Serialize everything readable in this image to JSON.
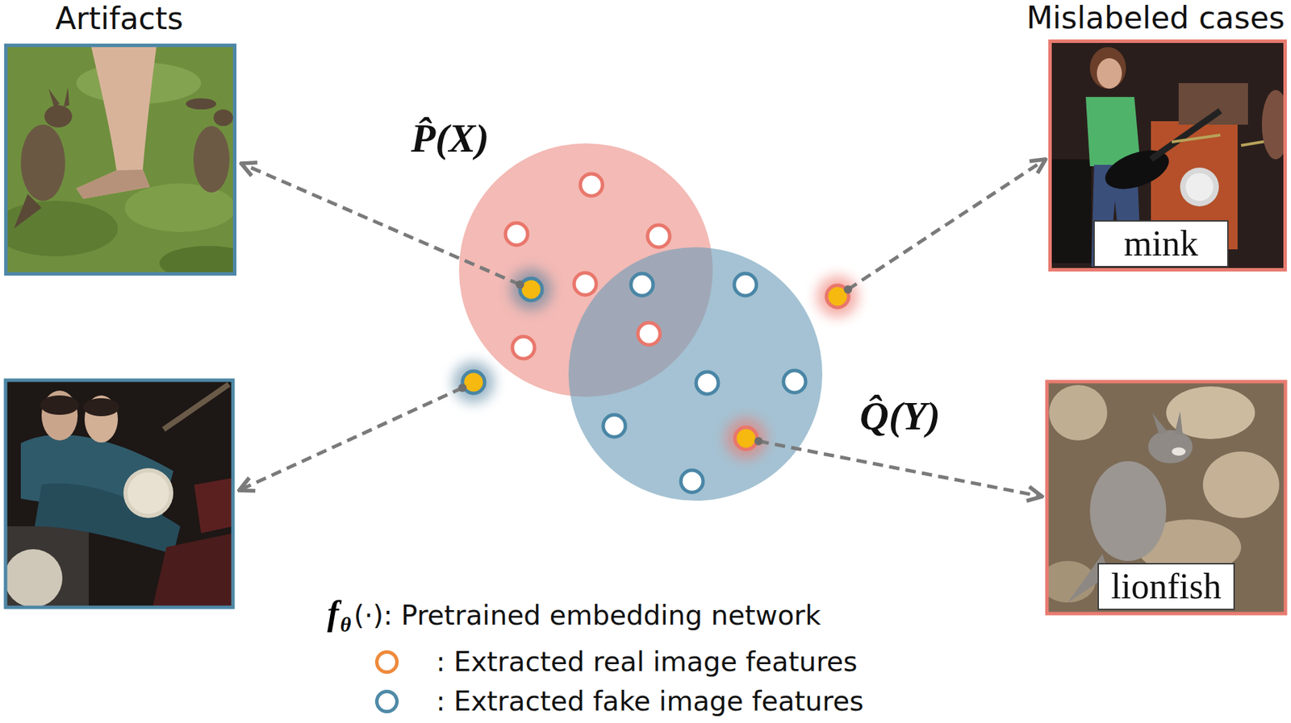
{
  "diagram": {
    "nodes": [
      {
        "text": [
          "Artifacts"
        ]
      },
      {
        "text": [
          "Mislabeled cases"
        ]
      },
      {
        "text": [
          "mink"
        ],
        "in": 1
      },
      {
        "text": [
          "P̂(X)"
        ]
      },
      {
        "text": [
          "Q̂(Y)"
        ]
      },
      {
        "text": [
          "lionfish"
        ]
      }
    ],
    "labels": [
      "f",
      "θ",
      "(·): Pretrained embedding network"
    ],
    "legend": [
      {
        "text": ": Extracted real image features",
        "color": "#ee8a3c"
      },
      {
        "text": ": Extracted fake image features",
        "color": "#4f8aa8"
      }
    ]
  }
}
